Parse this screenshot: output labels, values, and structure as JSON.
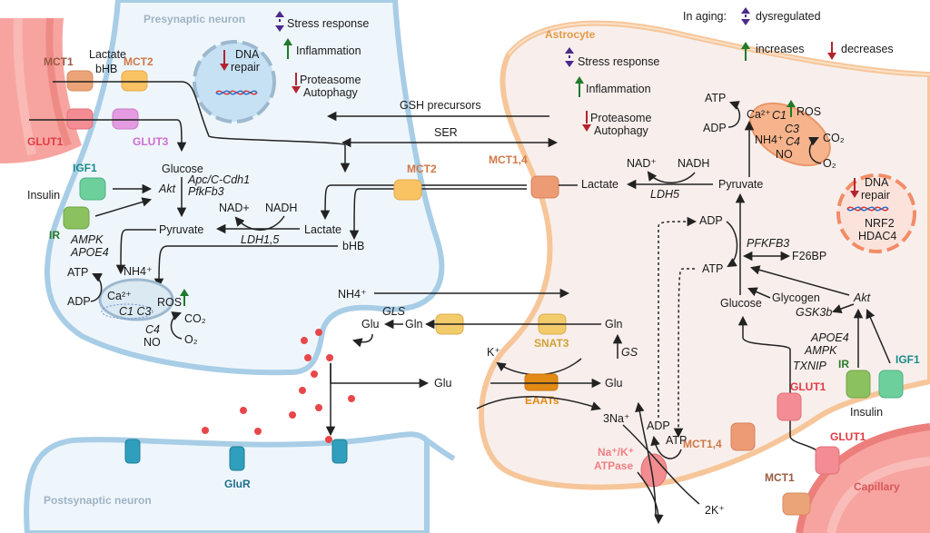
{
  "title": "Brain energy metabolism changes in aging",
  "legend": {
    "heading": "In aging:",
    "dysregulated": "dysregulated",
    "increases": "increases",
    "decreases": "decreases",
    "colors": {
      "dysregulated": "#4b2a8c",
      "increases": "#1f7a2a",
      "decreases": "#b3242f"
    }
  },
  "cells": {
    "presynaptic": "Presynaptic neuron",
    "postsynaptic": "Postsynaptic neuron",
    "astrocyte": "Astrocyte",
    "capillary": "Capillary"
  },
  "neuron": {
    "stress": "Stress  response",
    "inflammation": "Inflammation",
    "proteasome": "Proteasome",
    "autophagy": "Autophagy",
    "dna1": "DNA",
    "dna2": "repair",
    "lactate_bhb_1": "Lactate",
    "lactate_bhb_2": "bHB",
    "glucose": "Glucose",
    "apc": "Apc/C-Cdh1",
    "pfkfb3": "PfkFb3",
    "akt": "Akt",
    "insulin": "Insulin",
    "ampk": "AMPK",
    "apoe4": "APOE4",
    "pyruvate": "Pyruvate",
    "nad": "NAD+",
    "nadh": "NADH",
    "lactate": "Lactate",
    "ldh": "LDH1,5",
    "bhb": "bHB",
    "nh4": "NH4⁺",
    "atp": "ATP",
    "adp": "ADP",
    "ca": "Ca²⁺",
    "ros": "ROS",
    "c1c3": "C1 C3",
    "c4": "C4",
    "no": "NO",
    "co2": "CO₂",
    "o2": "O₂",
    "glu": "Glu",
    "gln": "Gln",
    "gls": "GLS"
  },
  "transporters": {
    "mct1": "MCT1",
    "mct2": "MCT2",
    "glut1": "GLUT1",
    "glut3": "GLUT3",
    "igf1": "IGF1",
    "ir": "IR",
    "mct2b": "MCT2",
    "mct14": "MCT1,4",
    "snat3": "SNAT3",
    "eaats": "EAATs",
    "nak1": "Na⁺/K⁺",
    "nak2": "ATPase",
    "glur": "GluR",
    "mct14b": "MCT1,4",
    "glut1b": "GLUT1",
    "glut1c": "GLUT1",
    "mct1b": "MCT1",
    "igf1b": "IGF1",
    "irb": "IR"
  },
  "exchange": {
    "gsh": "GSH precursors",
    "ser": "SER",
    "nh4": "NH4⁺",
    "glu": "Glu"
  },
  "astrocyte": {
    "stress": "Stress  response",
    "inflammation": "Inflammation",
    "proteasome": "Proteasome",
    "autophagy": "Autophagy",
    "atp": "ATP",
    "adp": "ADP",
    "ca": "Ca²⁺",
    "c1": "C1",
    "c3": "C3",
    "c4": "C4",
    "ros": "ROS",
    "nh4": "NH4⁺",
    "no": "NO",
    "co2": "CO₂",
    "o2": "O₂",
    "nad": "NAD⁺",
    "nadh": "NADH",
    "lactate": "Lactate",
    "ldh5": "LDH5",
    "pyruvate": "Pyruvate",
    "dna1": "DNA",
    "dna2": "repair",
    "nrf2": "NRF2",
    "hdac4": "HDAC4",
    "adp2": "ADP",
    "atp2": "ATP",
    "pfkfb3": "PFKFB3",
    "f26bp": "F26BP",
    "glucose": "Glucose",
    "glycogen": "Glycogen",
    "akt": "Akt",
    "gsk3b": "GSK3b",
    "apoe4": "APOE4",
    "ampk": "AMPK",
    "txnip": "TXNIP",
    "insulin": "Insulin",
    "gln": "Gln",
    "gs": "GS",
    "glu": "Glu",
    "k": "K⁺",
    "na3": "3Na⁺",
    "adp3": "ADP",
    "atp3": "ATP",
    "k2": "2K⁺"
  }
}
